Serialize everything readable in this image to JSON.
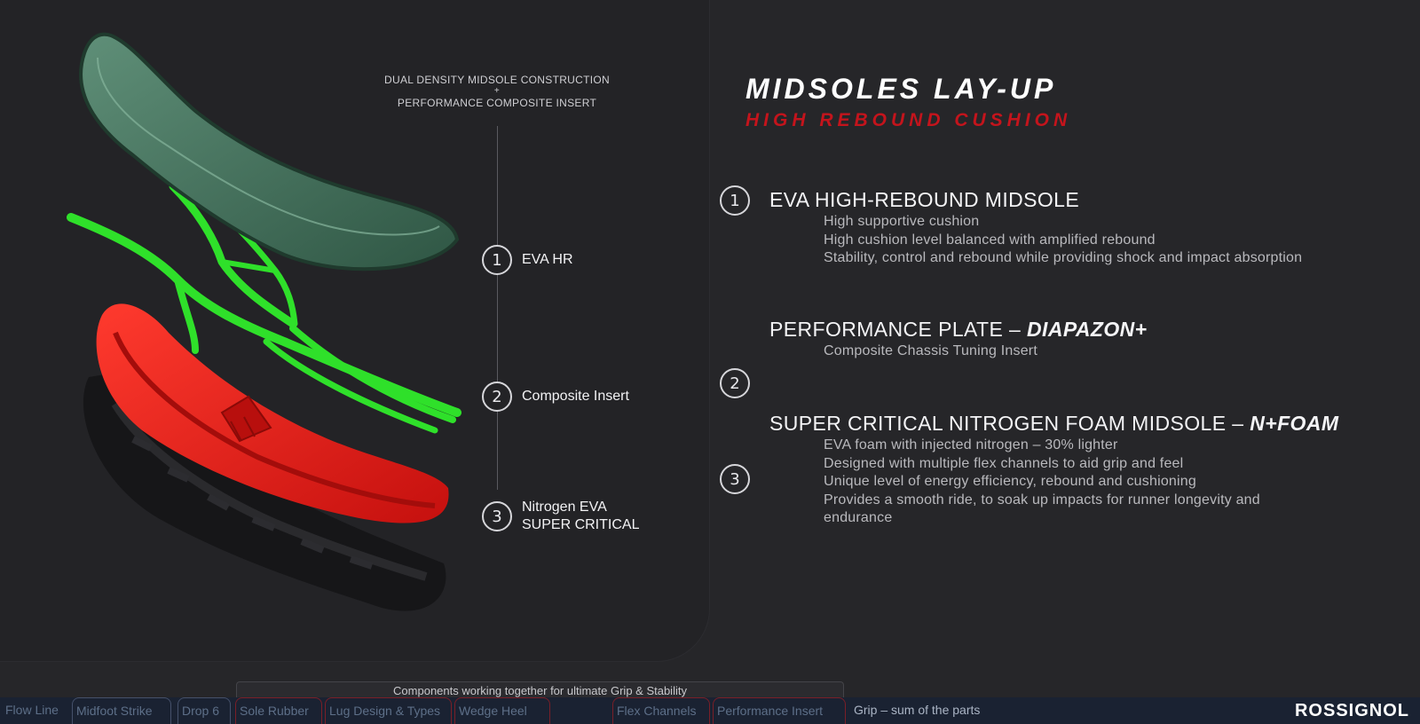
{
  "construction": {
    "line1": "DUAL DENSITY MIDSOLE CONSTRUCTION",
    "plus": "+",
    "line2": "PERFORMANCE COMPOSITE INSERT"
  },
  "left_labels": [
    {
      "num": "1",
      "text": "EVA HR"
    },
    {
      "num": "2",
      "text": "Composite Insert"
    },
    {
      "num": "3",
      "line1": "Nitrogen EVA",
      "line2": "SUPER CRITICAL"
    }
  ],
  "title": "MIDSOLES LAY-UP",
  "subtitle": "HIGH REBOUND CUSHION",
  "features": [
    {
      "num": "1",
      "title": "EVA HIGH-REBOUND MIDSOLE",
      "title_em": "",
      "items": [
        "High supportive cushion",
        "High cushion level balanced with amplified rebound",
        "Stability, control and rebound while providing shock and impact absorption"
      ]
    },
    {
      "num": "2",
      "title": "PERFORMANCE PLATE – ",
      "title_em": "DIAPAZON+",
      "items": [
        "Composite Chassis Tuning Insert"
      ]
    },
    {
      "num": "3",
      "title": "SUPER CRITICAL NITROGEN FOAM  MIDSOLE – ",
      "title_em": "N+FOAM",
      "items": [
        "EVA foam with injected nitrogen – 30% lighter",
        "Designed with multiple flex channels to aid grip and feel",
        "Unique level of energy efficiency, rebound and cushioning",
        "Provides a smooth ride, to soak up impacts for runner longevity and",
        "endurance"
      ]
    }
  ],
  "tooltip": "Components working together for ultimate Grip & Stability",
  "nav": [
    "Flow Line",
    "Midfoot Strike",
    "Drop 6",
    "Sole Rubber",
    "Lug Design & Types",
    "Wedge Heel",
    "Flex Channels",
    "Performance Insert",
    "Grip – sum of the parts"
  ],
  "brand": "ROSSIGNOL",
  "colors": {
    "background": "#262629",
    "accent_red": "#c4141c",
    "insole_green": "#3f6b55",
    "insert_green": "#2fe02a",
    "midsole_red": "#e8201c",
    "nav_bar": "#1a2232"
  }
}
